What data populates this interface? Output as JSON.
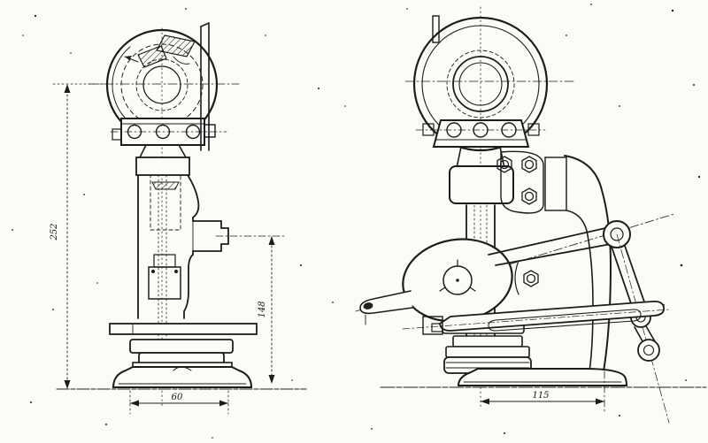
{
  "drawing": {
    "dimensions": {
      "overall_height": "252",
      "crank_shaft_height": "148",
      "base_width_side_view": "60",
      "base_width_front_view": "115"
    },
    "colors": {
      "ink": "#1c1c1c",
      "paper": "#fbfbf8"
    }
  }
}
